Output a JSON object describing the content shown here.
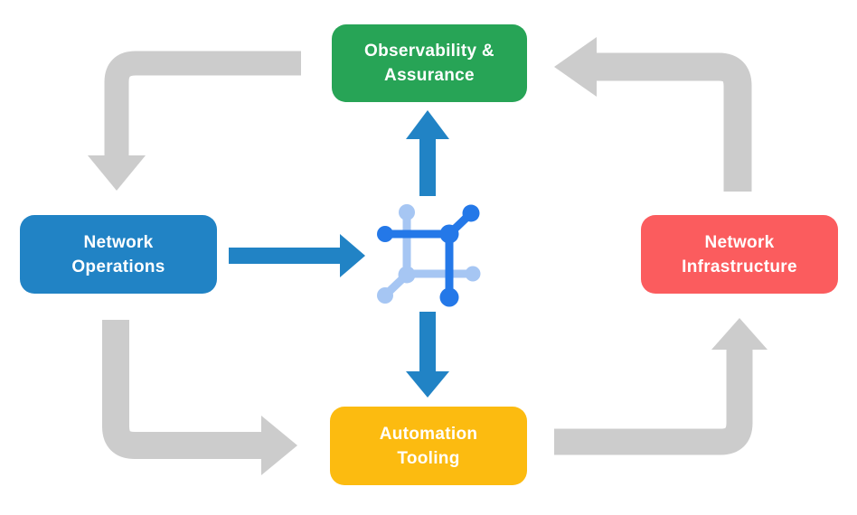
{
  "diagram": {
    "type": "flow-cycle",
    "nodes": [
      {
        "id": "observability-assurance",
        "line1": "Observability &",
        "line2": "Assurance",
        "color": "#27a456"
      },
      {
        "id": "network-operations",
        "line1": "Network",
        "line2": "Operations",
        "color": "#2183c5"
      },
      {
        "id": "network-infrastructure",
        "line1": "Network",
        "line2": "Infrastructure",
        "color": "#fb5c5e"
      },
      {
        "id": "automation-tooling",
        "line1": "Automation",
        "line2": "Tooling",
        "color": "#fcbb10"
      }
    ],
    "center_icon": "network-hub-icon",
    "colors": {
      "green": "#27a456",
      "blue": "#2183c5",
      "red": "#fb5c5e",
      "yellow": "#fcbb10",
      "gray_arrow": "#cccccc",
      "blue_arrow": "#2183c5",
      "icon_bright_blue": "#2478e8",
      "icon_light_blue": "#a6c6f3",
      "label_text": "#ffffff",
      "background": "#ffffff"
    },
    "flows": [
      {
        "from": "observability-assurance",
        "to": "network-operations",
        "style": "gray-elbow"
      },
      {
        "from": "network-operations",
        "to": "center-icon",
        "style": "blue-straight"
      },
      {
        "from": "center-icon",
        "to": "observability-assurance",
        "style": "blue-straight"
      },
      {
        "from": "center-icon",
        "to": "automation-tooling",
        "style": "blue-straight"
      },
      {
        "from": "network-operations",
        "to": "automation-tooling",
        "style": "gray-elbow"
      },
      {
        "from": "automation-tooling",
        "to": "network-infrastructure",
        "style": "gray-elbow"
      },
      {
        "from": "network-infrastructure",
        "to": "observability-assurance",
        "style": "gray-elbow"
      }
    ]
  }
}
